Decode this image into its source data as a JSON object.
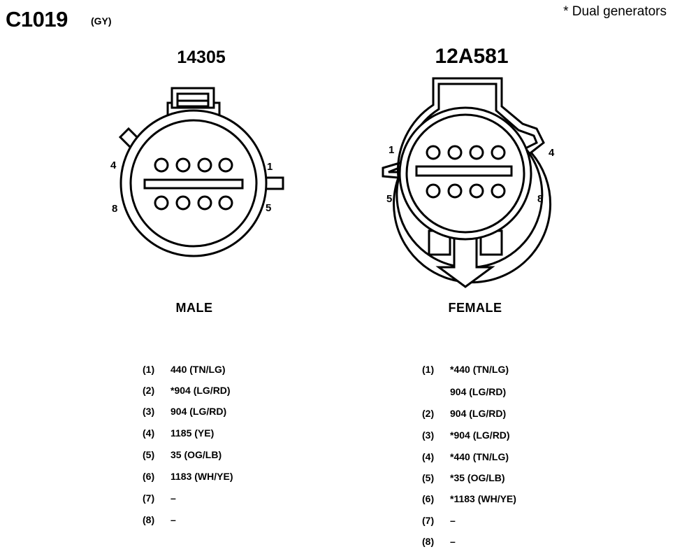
{
  "header": {
    "connector_id": "C1019",
    "color_code": "(GY)",
    "note": "* Dual generators"
  },
  "male": {
    "part_number": "14305",
    "label": "MALE",
    "pin_labels": {
      "p1": "1",
      "p4": "4",
      "p5": "5",
      "p8": "8"
    },
    "pins": [
      {
        "num": "(1)",
        "circuit": "440 (TN/LG)"
      },
      {
        "num": "(2)",
        "circuit": "*904 (LG/RD)"
      },
      {
        "num": "(3)",
        "circuit": "904 (LG/RD)"
      },
      {
        "num": "(4)",
        "circuit": "1185 (YE)"
      },
      {
        "num": "(5)",
        "circuit": "35 (OG/LB)"
      },
      {
        "num": "(6)",
        "circuit": "1183 (WH/YE)"
      },
      {
        "num": "(7)",
        "circuit": "–"
      },
      {
        "num": "(8)",
        "circuit": "–"
      }
    ]
  },
  "female": {
    "part_number": "12A581",
    "label": "FEMALE",
    "pin_labels": {
      "p1": "1",
      "p4": "4",
      "p5": "5",
      "p8": "8"
    },
    "pins": [
      {
        "num": "(1)",
        "circuit": "*440 (TN/LG)"
      },
      {
        "num": "",
        "circuit": "904 (LG/RD)"
      },
      {
        "num": "(2)",
        "circuit": "904 (LG/RD)"
      },
      {
        "num": "(3)",
        "circuit": "*904 (LG/RD)"
      },
      {
        "num": "(4)",
        "circuit": "*440 (TN/LG)"
      },
      {
        "num": "(5)",
        "circuit": "*35 (OG/LB)"
      },
      {
        "num": "(6)",
        "circuit": "*1183 (WH/YE)"
      },
      {
        "num": "(7)",
        "circuit": "–"
      },
      {
        "num": "(8)",
        "circuit": "–"
      }
    ]
  }
}
